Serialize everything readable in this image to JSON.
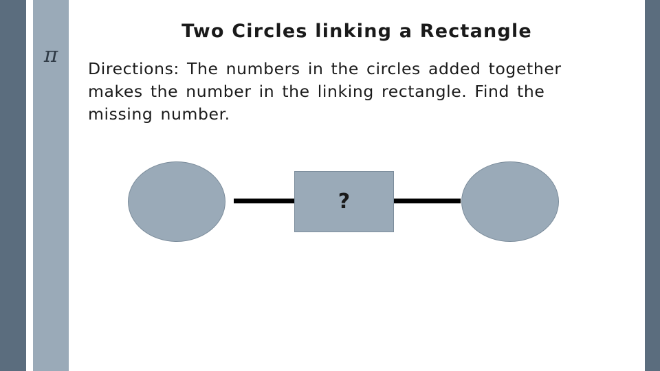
{
  "slide": {
    "logo_glyph": "π",
    "title": "Two Circles linking a Rectangle",
    "directions_label": "Directions:",
    "directions_text": " The numbers in the circles added together makes the number in the linking rectangle. Find the missing number."
  },
  "diagram": {
    "left_circle_value": "",
    "right_circle_value": "",
    "rectangle_value": "?",
    "shape_fill": "#9aaab8",
    "connector_color": "#000000"
  },
  "decor": {
    "outer_bar_color": "#5b6d7e",
    "inner_bar_color": "#9aaab8"
  }
}
